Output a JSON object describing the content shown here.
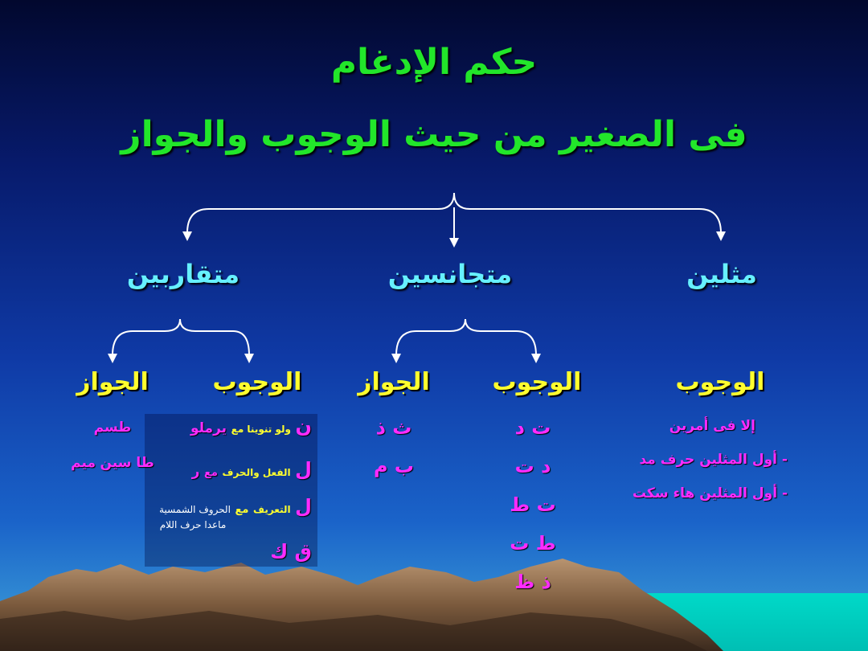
{
  "title": {
    "line1": "حكم الإدغام",
    "line2": "فى الصغير من حيث الوجوب والجواز"
  },
  "categories": {
    "mithlayn": "مثلين",
    "mutajanisayn": "متجانسين",
    "mutaqaribayn": "متقاربين"
  },
  "mithlayn": {
    "heading": "الوجوب",
    "except": "إلا فى أمرين",
    "items": [
      "- أول المثلين حرف مد",
      "- أول المثلين هاء سكت"
    ]
  },
  "mutajanisayn": {
    "wujub": {
      "heading": "الوجوب",
      "pairs": [
        "ت د",
        "د ت",
        "ت ط",
        "ط ت",
        "ذ ظ"
      ]
    },
    "jawaz": {
      "heading": "الجواز",
      "pairs": [
        "ث ذ",
        "ب م"
      ]
    }
  },
  "mutaqaribayn": {
    "wujub": {
      "heading": "الوجوب",
      "row1": {
        "letter": "ن",
        "pre": "ولو تنوينا مع",
        "word": "يرملو"
      },
      "row2": {
        "letter": "ل",
        "pre": "الفعل والحرف",
        "mid": "مع",
        "word": "ر"
      },
      "row3": {
        "letter": "ل",
        "pre": "التعريف",
        "mid": "مع",
        "note1": "الحروف الشمسية",
        "note2": "ماعدا حرف اللام"
      },
      "row4": {
        "letters": "ق ك"
      }
    },
    "jawaz": {
      "heading": "الجواز",
      "item1": "طسم",
      "item2a": "طا سين",
      "item2b": "ميم"
    }
  },
  "colors": {
    "title": "#22e62a",
    "category": "#66f0ff",
    "heading": "#ffff2e",
    "letters": "#ff2bff",
    "note": "#ffffff"
  }
}
